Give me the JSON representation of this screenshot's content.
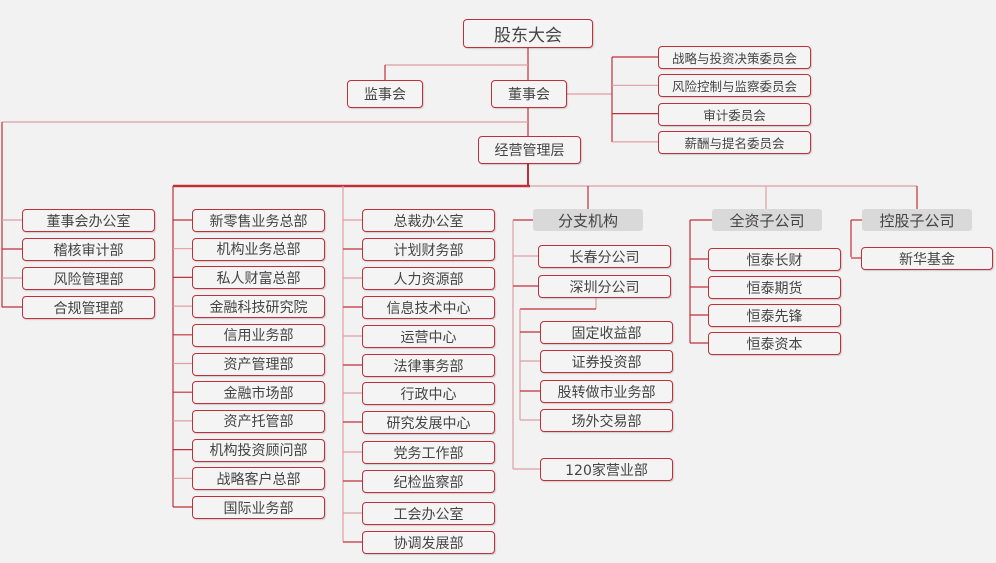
{
  "colors": {
    "line": "#c0303a",
    "line_light": "#e0a0a5",
    "header_bg": "#d9d9d9"
  },
  "top": {
    "shareholders": "股东大会",
    "supervisors": "监事会",
    "board": "董事会",
    "management": "经营管理层"
  },
  "committees": [
    "战略与投资决策委员会",
    "风险控制与监察委员会",
    "审计委员会",
    "薪酬与提名委员会"
  ],
  "board_depts": [
    "董事会办公室",
    "稽核审计部",
    "风险管理部",
    "合规管理部"
  ],
  "business_depts": [
    "新零售业务总部",
    "机构业务总部",
    "私人财富总部",
    "金融科技研究院",
    "信用业务部",
    "资产管理部",
    "金融市场部",
    "资产托管部",
    "机构投资顾问部",
    "战略客户总部",
    "国际业务部"
  ],
  "support_depts": [
    "总裁办公室",
    "计划财务部",
    "人力资源部",
    "信息技术中心",
    "运营中心",
    "法律事务部",
    "行政中心",
    "研究发展中心",
    "党务工作部",
    "纪检监察部",
    "工会办公室",
    "协调发展部"
  ],
  "branches": {
    "header": "分支机构",
    "companies": [
      "长春分公司",
      "深圳分公司"
    ],
    "shenzhen_units": [
      "固定收益部",
      "证券投资部",
      "股转做市业务部",
      "场外交易部"
    ],
    "offices": "120家营业部"
  },
  "wholly_owned": {
    "header": "全资子公司",
    "items": [
      "恒泰长财",
      "恒泰期货",
      "恒泰先锋",
      "恒泰资本"
    ]
  },
  "holding": {
    "header": "控股子公司",
    "items": [
      "新华基金"
    ]
  }
}
